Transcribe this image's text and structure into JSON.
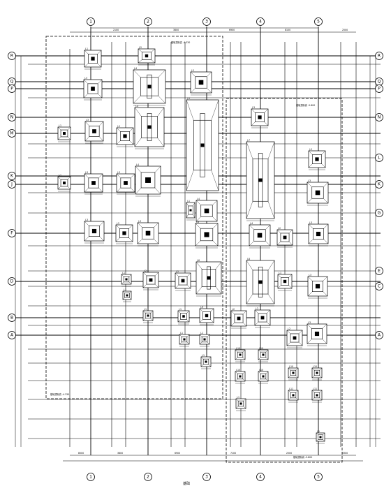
{
  "drawing": {
    "bottom_label": "基础",
    "zone_label_top_left": "基础顶标高 -4.330",
    "zone_label_bottom_left": "基础顶标高 -4.330",
    "zone_label_right": "基础顶标高 -5.800",
    "zone_label_bottom_right": "基础顶标高 -5.800"
  },
  "axes": {
    "columns": [
      "1",
      "2",
      "3",
      "4",
      "5"
    ],
    "rows_left": [
      "R",
      "Q",
      "P",
      "N",
      "M",
      "K",
      "J",
      "F",
      "D",
      "B",
      "A"
    ],
    "rows_right": [
      "R",
      "Q",
      "P",
      "N",
      "L",
      "K",
      "G",
      "E",
      "C",
      "A"
    ]
  },
  "dimensions": {
    "top": [
      "2100",
      "3800",
      "6900",
      "8100",
      "2500"
    ],
    "bottom": [
      "8500",
      "3800",
      "6900",
      "7100",
      "2500",
      "3300"
    ]
  },
  "footing_labels": [
    "J-1",
    "J-2",
    "J-3",
    "J-4",
    "J-5",
    "J-6",
    "J-7",
    "J-8",
    "J-9",
    "J-10",
    "J-11"
  ]
}
